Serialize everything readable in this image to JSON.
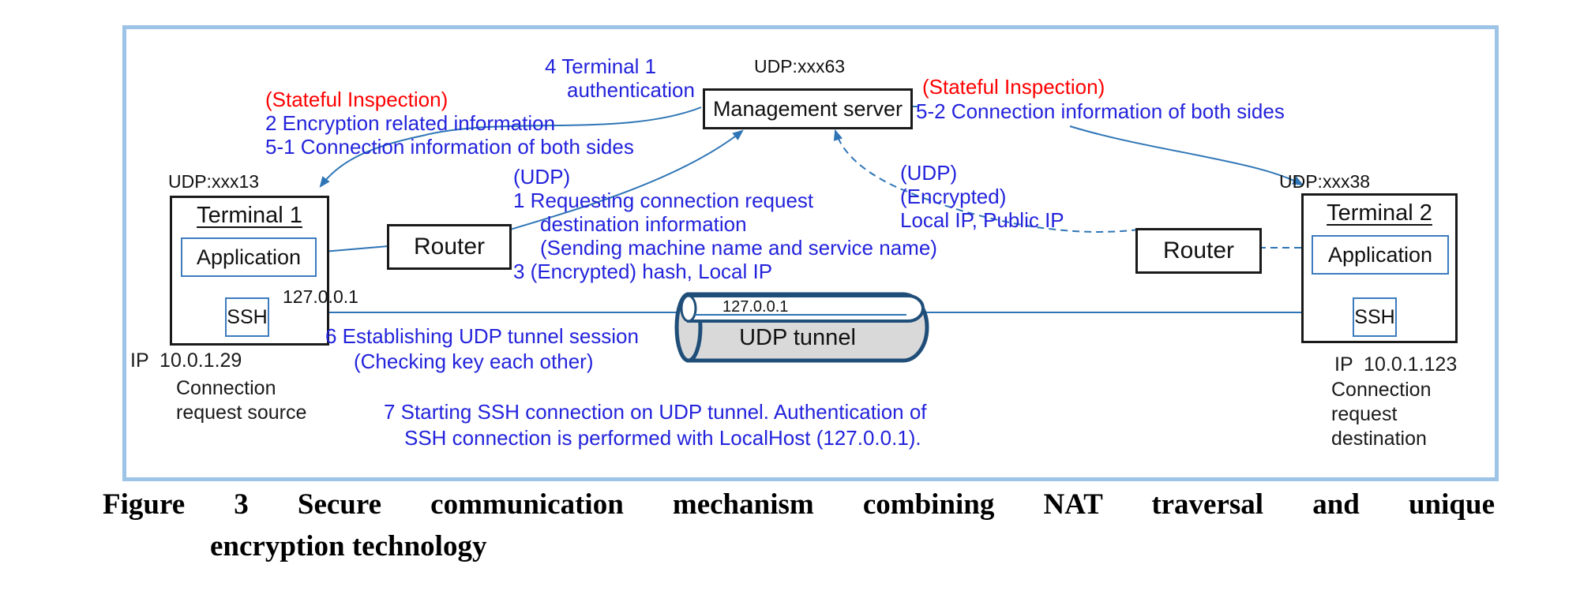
{
  "diagram": {
    "management_server": {
      "udp_label": "UDP:xxx63",
      "label": "Management server"
    },
    "router_left": {
      "label": "Router"
    },
    "router_right": {
      "label": "Router"
    },
    "terminal1": {
      "udp_label": "UDP:xxx13",
      "title": "Terminal 1",
      "application": "Application",
      "ssh": "SSH",
      "localhost": "127.0.0.1",
      "ip": "IP  10.0.1.29",
      "role_line1": "Connection",
      "role_line2": "request source"
    },
    "terminal2": {
      "udp_label": "UDP:xxx38",
      "title": "Terminal 2",
      "application": "Application",
      "ssh": "SSH",
      "ip": "IP  10.0.1.123",
      "role_line1": "Connection",
      "role_line2": "request",
      "role_line3": "destination"
    },
    "tunnel": {
      "ip": "127.0.0.1",
      "label": "UDP tunnel"
    },
    "annotations": {
      "stateful_left": "(Stateful Inspection)",
      "step2": "2 Encryption related information",
      "step5_1": "5-1 Connection information of both sides",
      "step4_line1": "4 Terminal 1",
      "step4_line2": "authentication",
      "stateful_right": "(Stateful Inspection)",
      "step5_2": "5-2 Connection information of both sides",
      "udp_tag_left": "(UDP)",
      "step1_line1": "1 Requesting connection request",
      "step1_line2": "destination information",
      "step1_line3": "(Sending machine name and service name)",
      "step3": "3 (Encrypted) hash, Local IP",
      "udp_tag_right_line1": "(UDP)",
      "udp_tag_right_line2": "(Encrypted)",
      "udp_tag_right_line3": "Local IP, Public IP",
      "step6_line1": "6 Establishing UDP tunnel session",
      "step6_line2": "(Checking key each other)",
      "step7_line1": "7 Starting SSH connection on UDP tunnel. Authentication of",
      "step7_line2": "SSH connection is performed with LocalHost (127.0.0.1)."
    }
  },
  "caption": {
    "line1": "Figure 3 Secure communication mechanism combining NAT traversal and unique",
    "line2": "encryption technology"
  },
  "colors": {
    "annotation_blue": "#2323DC",
    "alert_red": "#FF0000",
    "connector_blue": "#2E75B6",
    "frame_light_blue": "#9DC3E6",
    "tunnel_dark_blue": "#1F4E79",
    "tunnel_gray": "#D9D9D9"
  }
}
